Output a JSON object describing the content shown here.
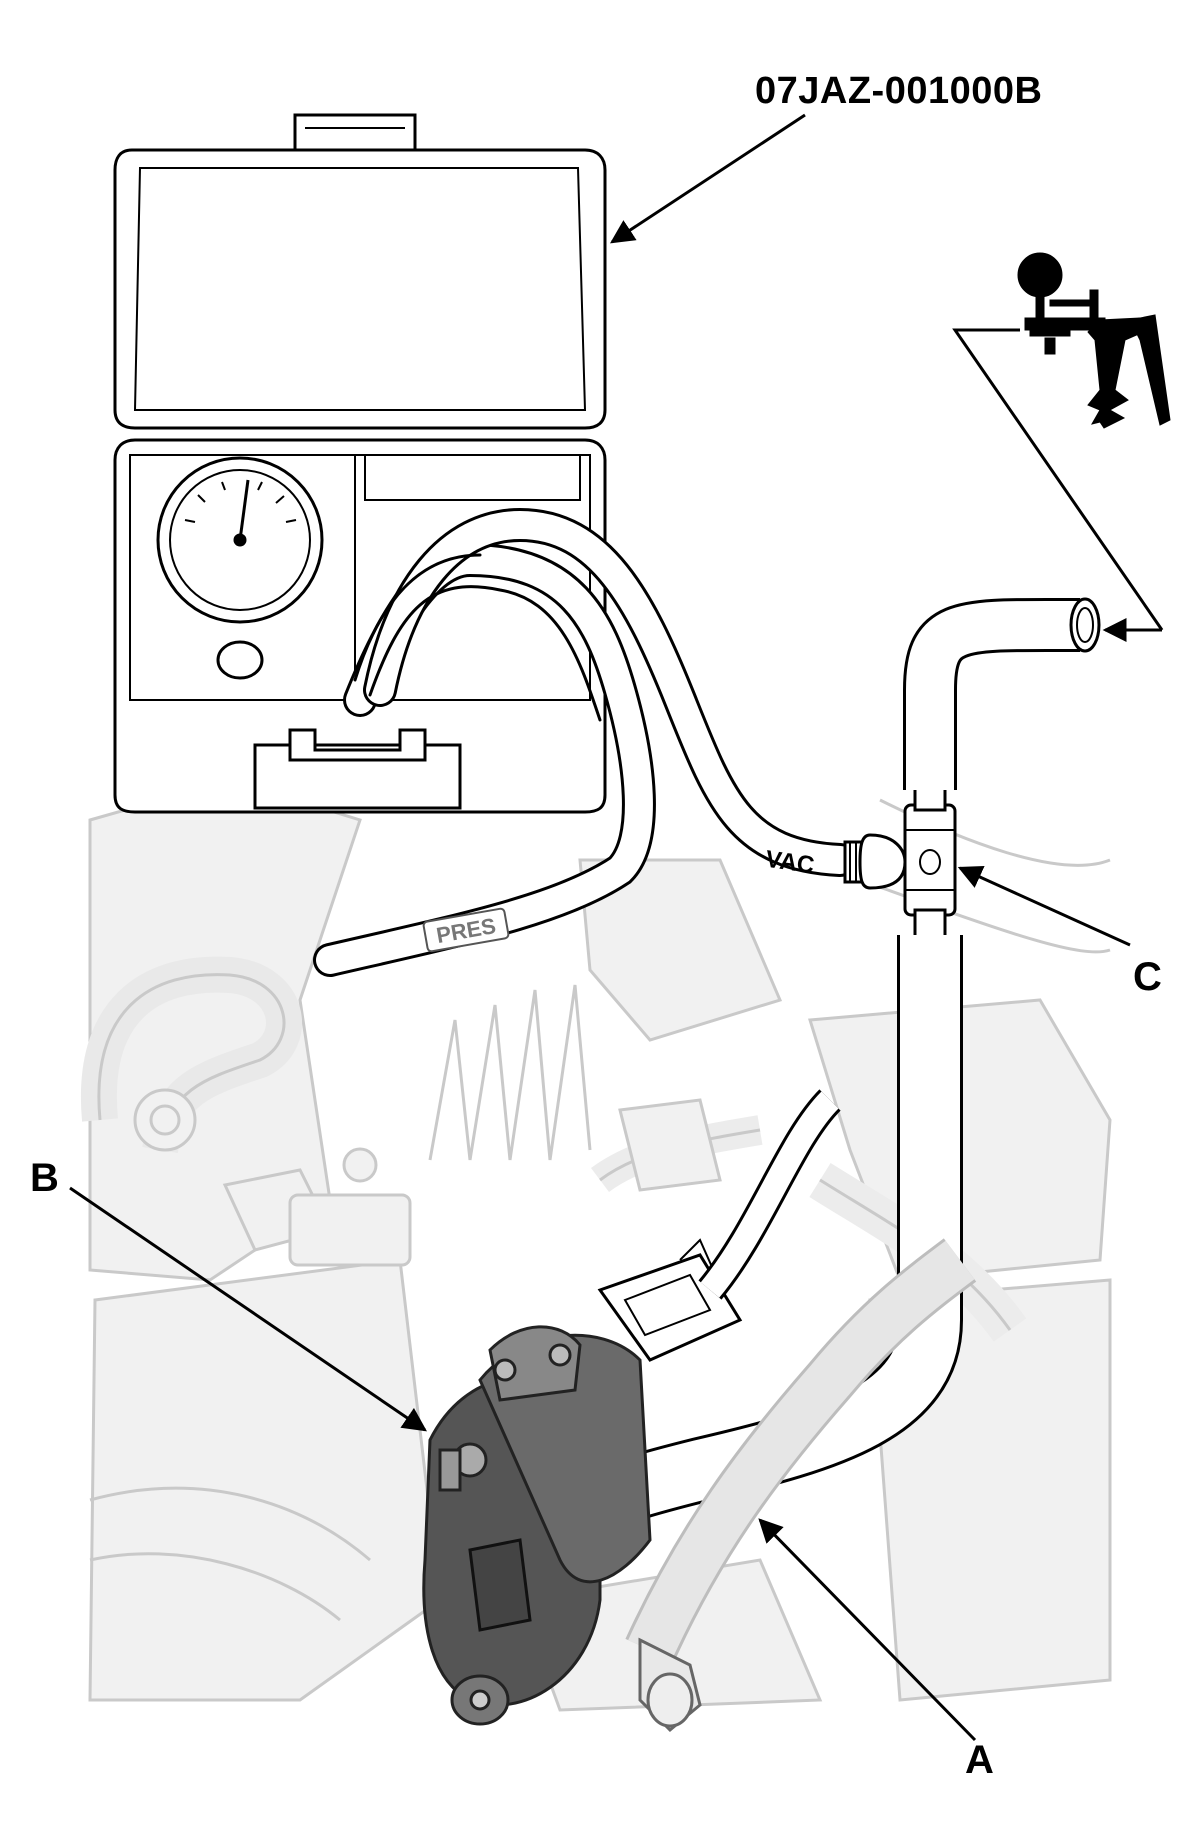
{
  "labels": {
    "part_number": "07JAZ-001000B",
    "a": "A",
    "b": "B",
    "c": "C"
  },
  "hose_markings": {
    "pres": "PRES",
    "vac": "VAC"
  },
  "colors": {
    "line": "#000000",
    "ghost": "#c8c8c8",
    "ghost_fill": "#efefef",
    "sensor": "#4a4a4a"
  }
}
